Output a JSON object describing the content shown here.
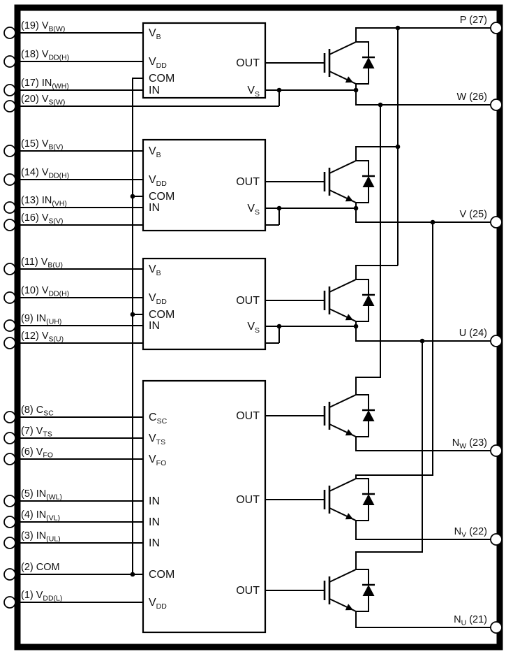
{
  "colors": {
    "line": "#000000",
    "background": "#ffffff"
  },
  "pins_left": [
    {
      "pre": "(19) V",
      "sub": "B(W)"
    },
    {
      "pre": "(18) V",
      "sub": "DD(H)"
    },
    {
      "pre": "(17) IN",
      "sub": "(WH)"
    },
    {
      "pre": "(20) V",
      "sub": "S(W)"
    },
    {
      "pre": "(15) V",
      "sub": "B(V)"
    },
    {
      "pre": "(14) V",
      "sub": "DD(H)"
    },
    {
      "pre": "(13) IN",
      "sub": "(VH)"
    },
    {
      "pre": "(16) V",
      "sub": "S(V)"
    },
    {
      "pre": "(11) V",
      "sub": "B(U)"
    },
    {
      "pre": "(10) V",
      "sub": "DD(H)"
    },
    {
      "pre": "(9) IN",
      "sub": "(UH)"
    },
    {
      "pre": "(12) V",
      "sub": "S(U)"
    },
    {
      "pre": "(8) C",
      "sub": "SC"
    },
    {
      "pre": "(7) V",
      "sub": "TS"
    },
    {
      "pre": "(6) V",
      "sub": "FO"
    },
    {
      "pre": "(5) IN",
      "sub": "(WL)"
    },
    {
      "pre": "(4) IN",
      "sub": "(VL)"
    },
    {
      "pre": "(3) IN",
      "sub": "(UL)"
    },
    {
      "pre": "(2) COM",
      "sub": ""
    },
    {
      "pre": "(1) V",
      "sub": "DD(L)"
    }
  ],
  "pins_right": [
    {
      "pre": "P (27)",
      "sub": "",
      "post": ""
    },
    {
      "pre": "W (26)",
      "sub": "",
      "post": ""
    },
    {
      "pre": "V (25)",
      "sub": "",
      "post": ""
    },
    {
      "pre": "U (24)",
      "sub": "",
      "post": ""
    },
    {
      "pre": "N",
      "sub": "W",
      "post": " (23)"
    },
    {
      "pre": "N",
      "sub": "V",
      "post": " (22)"
    },
    {
      "pre": "N",
      "sub": "U",
      "post": " (21)"
    }
  ],
  "hs_block": {
    "vb_pre": "V",
    "vb_sub": "B",
    "vdd_pre": "V",
    "vdd_sub": "DD",
    "com": "COM",
    "in": "IN",
    "out": "OUT",
    "vs_pre": "V",
    "vs_sub": "S"
  },
  "ls_block": {
    "csc_pre": "C",
    "csc_sub": "SC",
    "vts_pre": "V",
    "vts_sub": "TS",
    "vfo_pre": "V",
    "vfo_sub": "FO",
    "in": "IN",
    "com": "COM",
    "vdd_pre": "V",
    "vdd_sub": "DD",
    "out": "OUT"
  }
}
